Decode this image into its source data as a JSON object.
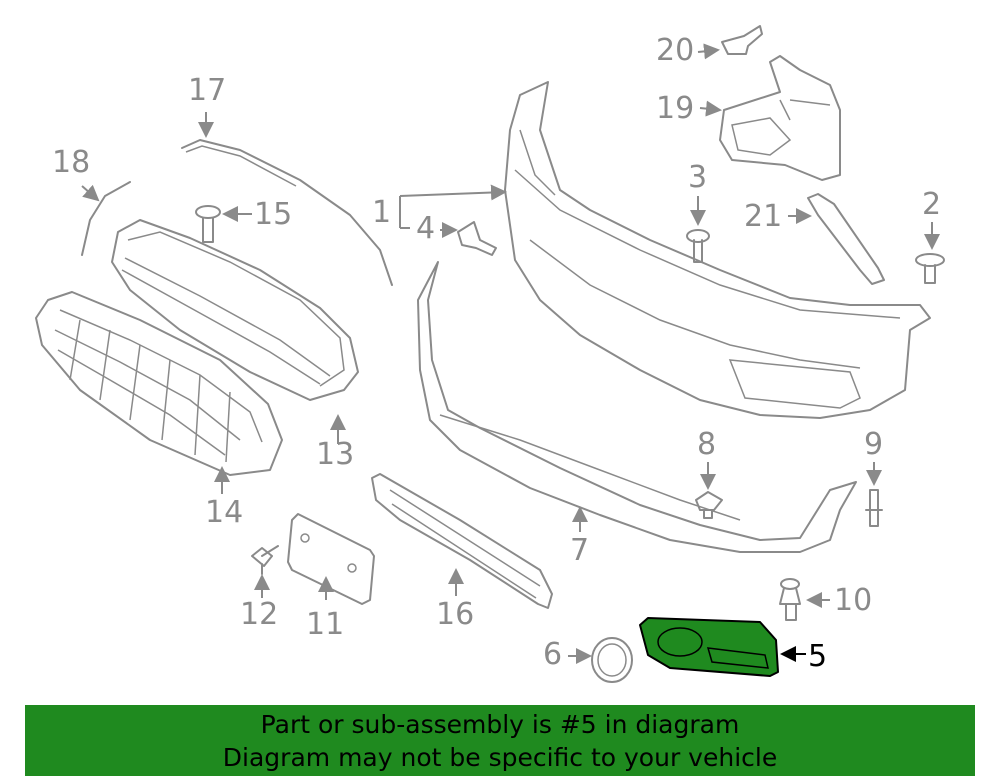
{
  "callouts": {
    "p1": "1",
    "p2": "2",
    "p3": "3",
    "p4": "4",
    "p5": "5",
    "p6": "6",
    "p7": "7",
    "p8": "8",
    "p9": "9",
    "p10": "10",
    "p11": "11",
    "p12": "12",
    "p13": "13",
    "p14": "14",
    "p15": "15",
    "p16": "16",
    "p17": "17",
    "p18": "18",
    "p19": "19",
    "p20": "20",
    "p21": "21"
  },
  "highlight_part": "5",
  "colors": {
    "highlight_fill": "#1f8a1f",
    "line": "#8a8a8a",
    "banner_bg": "#1f8a1f"
  },
  "banner": {
    "line1": "Part or sub-assembly is #5 in diagram",
    "line2": "Diagram may not be specific to your vehicle"
  }
}
